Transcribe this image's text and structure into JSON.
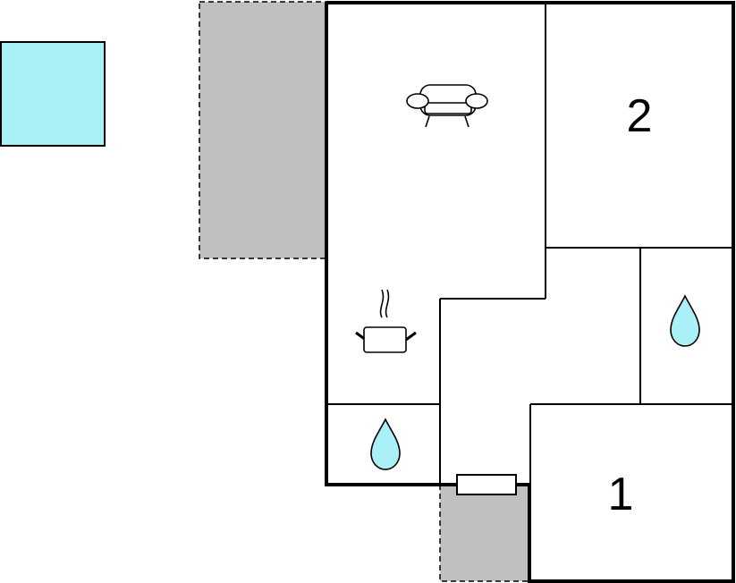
{
  "rooms": [
    {
      "label": "1",
      "kind": "bedroom"
    },
    {
      "label": "2",
      "kind": "bedroom"
    }
  ],
  "icons": {
    "living": "sofa-icon",
    "kitchen": "cooking-pot-icon",
    "bathrooms": [
      "water-drop-icon",
      "water-drop-icon"
    ]
  },
  "colors": {
    "pool": "#aaf1f7",
    "terrace": "#c0c0c0",
    "wall": "#000000",
    "water": "#aaf1f7"
  }
}
